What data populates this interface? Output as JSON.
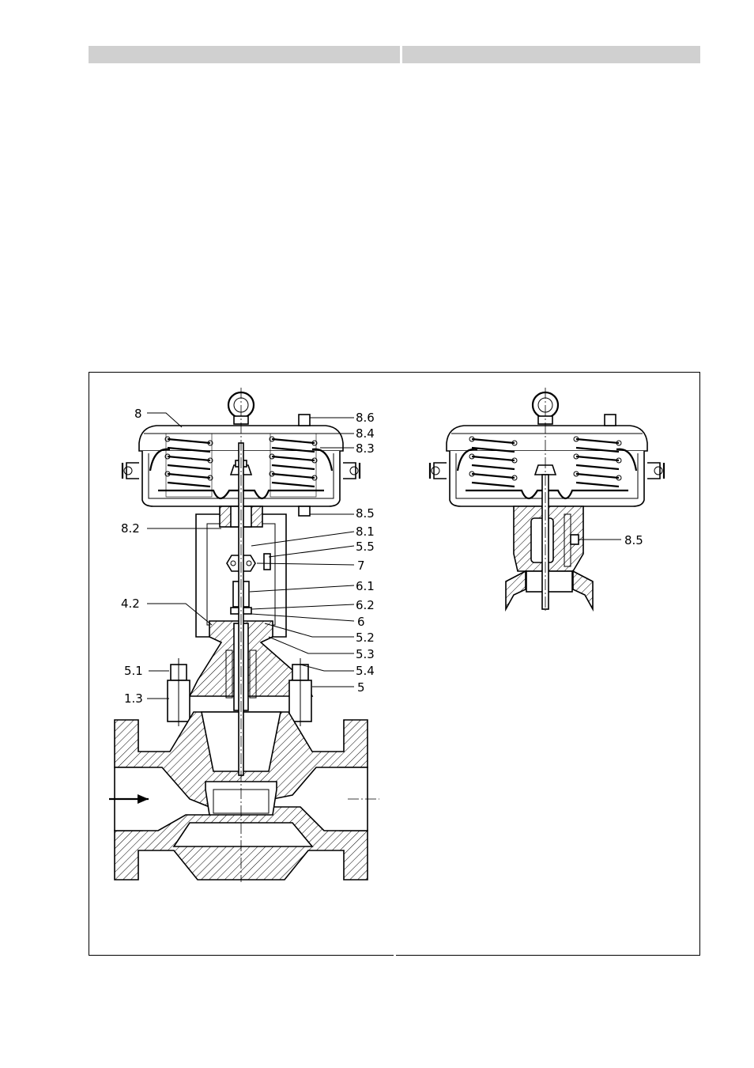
{
  "header": {
    "cells": [
      "",
      ""
    ]
  },
  "diagram": {
    "callouts_left": [
      {
        "id": "l8",
        "text": "8"
      },
      {
        "id": "l82",
        "text": "8.2"
      },
      {
        "id": "l42",
        "text": "4.2"
      },
      {
        "id": "l51",
        "text": "5.1"
      },
      {
        "id": "l13",
        "text": "1.3"
      }
    ],
    "callouts_right": [
      {
        "id": "r86",
        "text": "8.6"
      },
      {
        "id": "r84",
        "text": "8.4"
      },
      {
        "id": "r83",
        "text": "8.3"
      },
      {
        "id": "r85",
        "text": "8.5"
      },
      {
        "id": "r81",
        "text": "8.1"
      },
      {
        "id": "r55",
        "text": "5.5"
      },
      {
        "id": "r7",
        "text": "7"
      },
      {
        "id": "r61",
        "text": "6.1"
      },
      {
        "id": "r62",
        "text": "6.2"
      },
      {
        "id": "r6",
        "text": "6"
      },
      {
        "id": "r52",
        "text": "5.2"
      },
      {
        "id": "r53",
        "text": "5.3"
      },
      {
        "id": "r54",
        "text": "5.4"
      },
      {
        "id": "r5",
        "text": "5"
      }
    ],
    "callout_second": {
      "text": "8.5"
    }
  }
}
